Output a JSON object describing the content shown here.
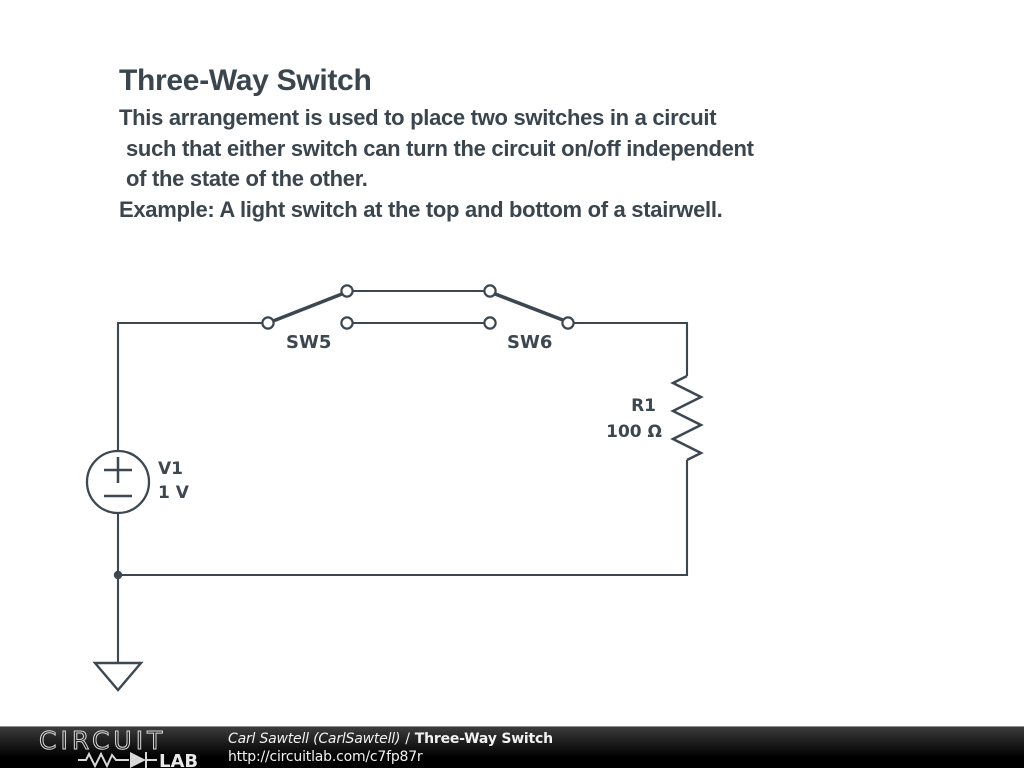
{
  "page": {
    "title": "Three-Way Switch",
    "description_lines": [
      "This arrangement is used to place two switches in a circuit",
      "such that either switch can turn the circuit on/off independent",
      "of the state of the other.",
      "Example: A light switch at the top and bottom of a stairwell."
    ]
  },
  "colors": {
    "ink": "#3d4751",
    "background": "#ffffff",
    "footer_background": "#000000",
    "footer_text": "#f2f2f2"
  },
  "schematic": {
    "components": [
      {
        "id": "SW5",
        "type": "spdt-switch"
      },
      {
        "id": "SW6",
        "type": "spdt-switch"
      },
      {
        "id": "R1",
        "value": "100 Ω",
        "type": "resistor"
      },
      {
        "id": "V1",
        "value": "1 V",
        "type": "voltage-source"
      }
    ]
  },
  "footer": {
    "logo_word": "CIRCUIT",
    "logo_lab": "LAB",
    "author": "Carl Sawtell (CarlSawtell)",
    "separator": "/",
    "work_title": "Three-Way Switch",
    "url": "http://circuitlab.com/c7fp87r"
  }
}
